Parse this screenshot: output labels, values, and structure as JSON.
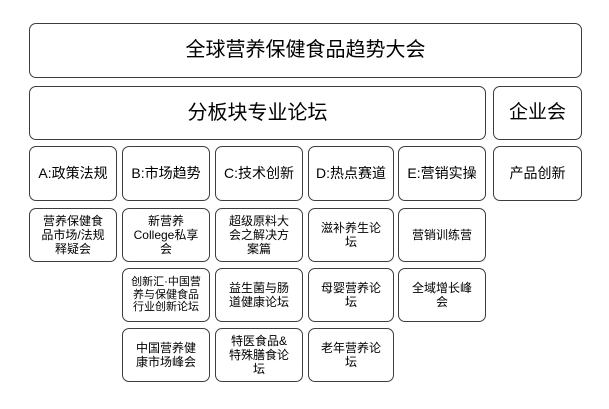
{
  "colors": {
    "background": "#ffffff",
    "box_fill": "#ffffff",
    "border": "#3d3d3d",
    "text": "#000000"
  },
  "conference": {
    "title": "全球营养保健食品趋势大会"
  },
  "forum_section": {
    "title": "分板块专业论坛"
  },
  "enterprise_meeting": {
    "label": "企业会"
  },
  "product_innovation": {
    "label": "产品创新"
  },
  "tracks": [
    {
      "label": "A:政策法规"
    },
    {
      "label": "B:市场趋势"
    },
    {
      "label": "C:技术创新"
    },
    {
      "label": "D:热点赛道"
    },
    {
      "label": "E:营销实操"
    }
  ],
  "session_rows": [
    {
      "cells": [
        {
          "label": "营养保健食\n品市场/法规\n释疑会"
        },
        {
          "label": "新营养\nCollege私享\n会"
        },
        {
          "label": "超级原料大\n会之解决方\n案篇"
        },
        {
          "label": "滋补养生论\n坛"
        },
        {
          "label": "营销训练营"
        }
      ]
    },
    {
      "cells": [
        {
          "label": "创新汇·中国营\n养与保健食品\n行业创新论坛"
        },
        {
          "label": "益生菌与肠\n道健康论坛"
        },
        {
          "label": "母婴营养论\n坛"
        },
        {
          "label": "全域增长峰\n会"
        }
      ]
    },
    {
      "cells": [
        {
          "label": "中国营养健\n康市场峰会"
        },
        {
          "label": "特医食品&\n特殊膳食论\n坛"
        },
        {
          "label": "老年营养论\n坛"
        }
      ]
    }
  ]
}
